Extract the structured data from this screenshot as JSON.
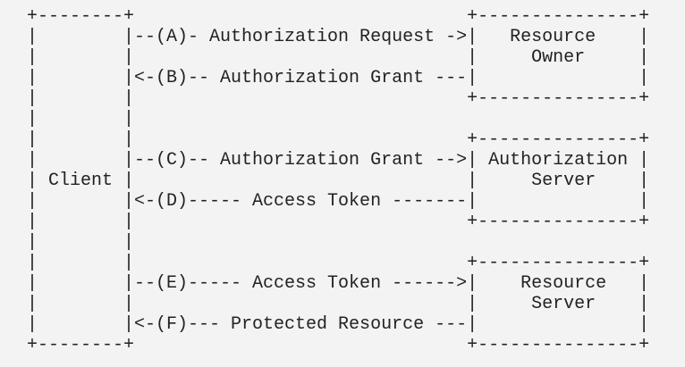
{
  "diagram": {
    "type": "ascii-protocol-flow",
    "text_color": "#222222",
    "background_color": "#f3f3f3",
    "lines": [
      "+--------+                               +---------------+",
      "|        |--(A)- Authorization Request ->|   Resource    |",
      "|        |                               |     Owner     |",
      "|        |<-(B)-- Authorization Grant ---|               |",
      "|        |                               +---------------+",
      "|        |",
      "|        |                               +---------------+",
      "|        |--(C)-- Authorization Grant -->| Authorization |",
      "| Client |                               |     Server    |",
      "|        |<-(D)----- Access Token -------|               |",
      "|        |                               +---------------+",
      "|        |",
      "|        |                               +---------------+",
      "|        |--(E)----- Access Token ------>|    Resource   |",
      "|        |                               |     Server    |",
      "|        |<-(F)--- Protected Resource ---|               |",
      "+--------+                               +---------------+"
    ]
  }
}
